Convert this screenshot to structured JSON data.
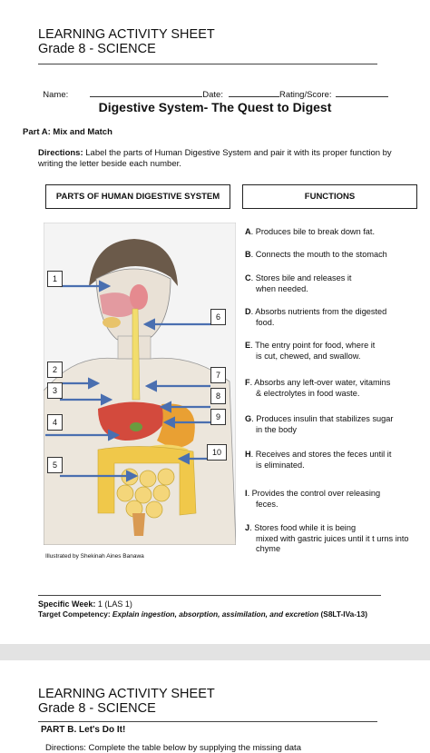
{
  "header": {
    "title": "LEARNING ACTIVITY SHEET",
    "grade": "Grade 8 - SCIENCE"
  },
  "info_line": {
    "name": "Name:",
    "date": "Date:",
    "rating": "Rating/Score:"
  },
  "main_title": "Digestive System- The Quest to Digest",
  "part_a": {
    "heading": "Part A: Mix and Match",
    "directions_label": "Directions:",
    "directions_text": " Label the parts of Human Digestive System and pair it with its proper function by writing the letter beside each number."
  },
  "table_headers": {
    "parts": "PARTS OF HUMAN DIGESTIVE SYSTEM",
    "functions": "FUNCTIONS"
  },
  "functions": [
    {
      "letter": "A",
      "line1": ". Produces bile to break down fat.",
      "line2": ""
    },
    {
      "letter": "B",
      "line1": ". Connects the mouth to the stomach",
      "line2": ""
    },
    {
      "letter": "C",
      "line1": ". Stores bile and releases it",
      "line2": "when needed."
    },
    {
      "letter": "D",
      "line1": ". Absorbs nutrients from the digested",
      "line2": "food."
    },
    {
      "letter": "E",
      "line1": ". The entry point for food, where it",
      "line2": "is cut, chewed, and swallow."
    },
    {
      "letter": "F",
      "line1": ". Absorbs any left-over water, vitamins",
      "line2": "& electrolytes in food waste."
    },
    {
      "letter": "G",
      "line1": ". Produces insulin that stabilizes sugar",
      "line2": "in the body"
    },
    {
      "letter": "H",
      "line1": ". Receives and stores the feces until it",
      "line2": "is eliminated."
    },
    {
      "letter": "I",
      "line1": ". Provides the control over releasing",
      "line2": "feces."
    },
    {
      "letter": "J",
      "line1": ". Stores food while it is being",
      "line2": "mixed with gastric juices until it t urns into chyme"
    }
  ],
  "labels": [
    "1",
    "2",
    "3",
    "4",
    "5",
    "6",
    "7",
    "8",
    "9",
    "10"
  ],
  "credit": "Illustrated by Shekinah Aines Banawa",
  "footer": {
    "week_label": "Specific Week:",
    "week_value": " 1 (LAS 1)",
    "competency_label": "Target Competency: ",
    "competency_value": "Explain ingestion, absorption, assimilation, and excretion",
    "competency_code": " (S8LT-IVa-13)"
  },
  "page2": {
    "title": "LEARNING ACTIVITY SHEET",
    "grade": "Grade 8 - SCIENCE",
    "part_b": "PART B.  Let's Do It!",
    "directions": "Directions: Complete the table below by supplying the missing data"
  }
}
